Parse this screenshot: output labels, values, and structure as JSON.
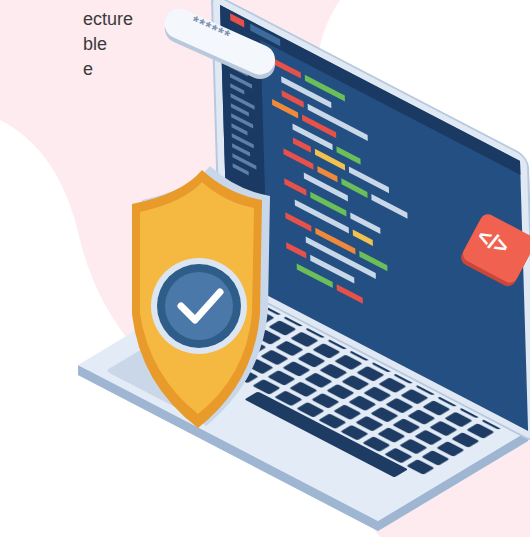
{
  "diagram": {
    "labels": [
      "ecture",
      "ble",
      "e",
      "******",
      "</>"
    ]
  }
}
